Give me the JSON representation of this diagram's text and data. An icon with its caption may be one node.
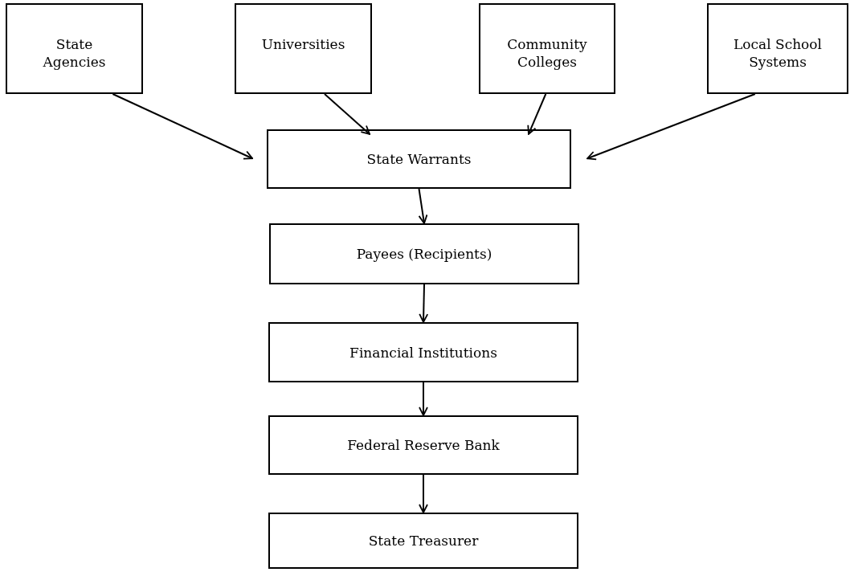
{
  "diagram": {
    "nodes": [
      {
        "text": [
          "State Agencies"
        ]
      },
      {
        "text": [
          "Universities"
        ]
      },
      {
        "text": [
          "Community Colleges"
        ]
      },
      {
        "text": [
          "Local School Systems"
        ]
      },
      {
        "text": [
          "State Warrants"
        ]
      },
      {
        "text": [
          "Payees (Recipients)"
        ]
      },
      {
        "text": [
          "Financial Institutions"
        ]
      },
      {
        "text": [
          "Federal Reserve Bank"
        ]
      },
      {
        "text": [
          "State Treasurer"
        ]
      }
    ],
    "edges": [
      {
        "from": 0,
        "to": 4,
        "arrow": "to"
      },
      {
        "from": 1,
        "to": 4,
        "arrow": "to"
      },
      {
        "from": 2,
        "to": 4,
        "arrow": "to"
      },
      {
        "from": 3,
        "to": 4,
        "arrow": "to"
      },
      {
        "from": 4,
        "to": 5,
        "arrow": "to"
      },
      {
        "from": 5,
        "to": 6,
        "arrow": "to"
      },
      {
        "from": 6,
        "to": 7,
        "arrow": "to"
      },
      {
        "from": 7,
        "to": 8,
        "arrow": "to"
      }
    ]
  }
}
